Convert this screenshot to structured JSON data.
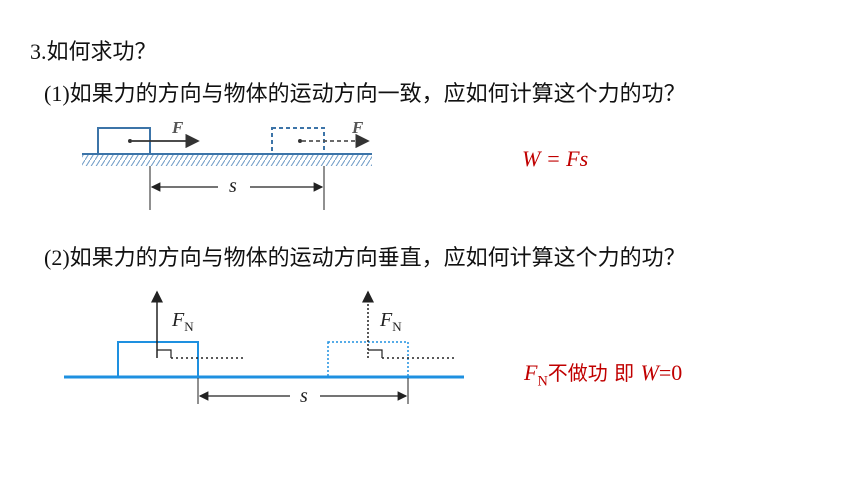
{
  "heading": {
    "number": "3.",
    "text": "如何求功？"
  },
  "question1": {
    "number": "(1)",
    "text": "如果力的方向与物体的运动方向一致，应如何计算这个力的功？"
  },
  "question2": {
    "number": "(2)",
    "text": "如果力的方向与物体的运动方向垂直，应如何计算这个力的功？"
  },
  "diagram1": {
    "force_label": "F",
    "displacement_label": "s"
  },
  "diagram2": {
    "force_label": "F",
    "force_subscript": "N",
    "displacement_label": "s"
  },
  "formula1": "W = Fs",
  "formula2": {
    "symbol": "F",
    "subscript": "N",
    "text": "不做功 即 ",
    "w": "W",
    "eq": "=0"
  },
  "colors": {
    "formula": "#c00000",
    "diagram1": "#3c74a8",
    "diagram2": "#1e90e0",
    "text": "#111111"
  }
}
